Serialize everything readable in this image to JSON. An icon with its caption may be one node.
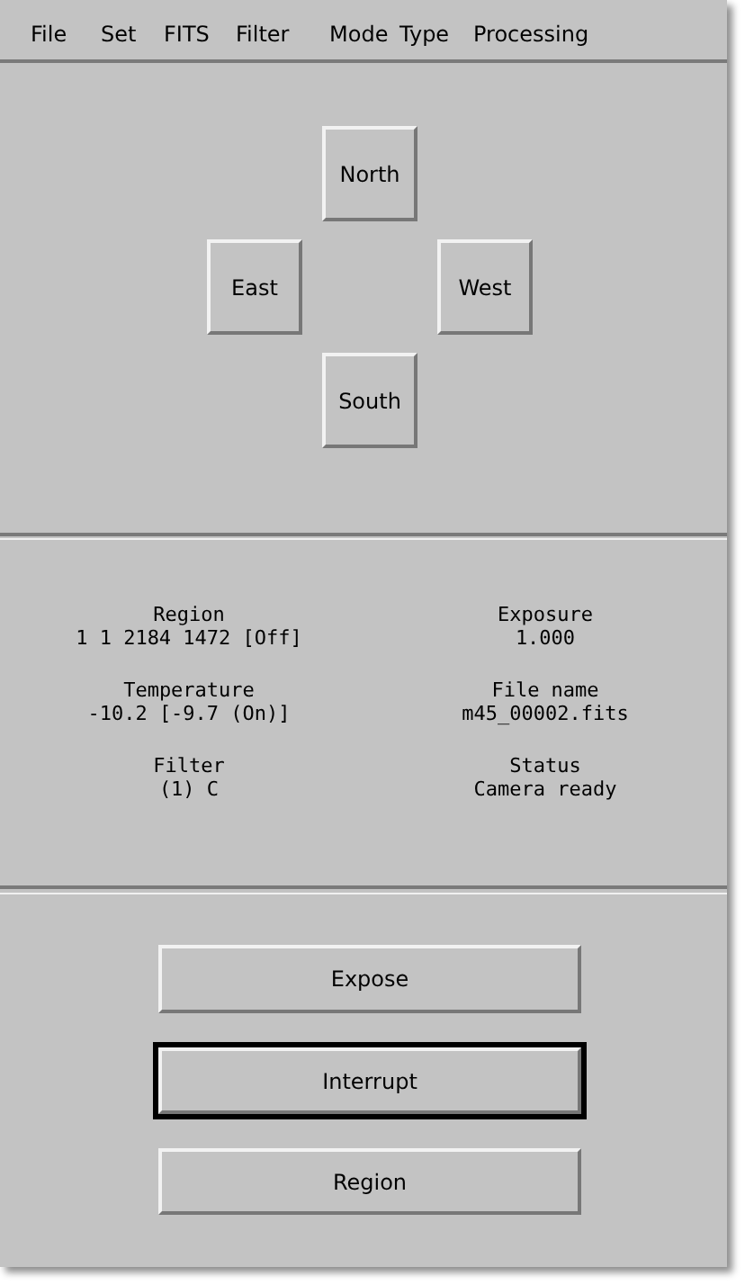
{
  "diagram": {
    "nodes": [
      {
        "text": [
          "North"
        ]
      },
      {
        "text": [
          "East"
        ]
      },
      {
        "text": [
          "West"
        ]
      },
      {
        "text": [
          "South"
        ]
      },
      {
        "text": [
          "Expose"
        ]
      },
      {
        "text": [
          "Interrupt"
        ]
      },
      {
        "text": [
          "Region"
        ]
      }
    ],
    "labels": [
      "File",
      "Set",
      "FITS",
      "Filter",
      "Mode",
      "Type",
      "Processing",
      "Region",
      "1 1 2184 1472 [Off]",
      "Exposure",
      "1.000",
      "Temperature",
      "-10.2 [-9.7 (On)]",
      "File name",
      "m45_00002.fits",
      "Filter",
      "(1) C",
      "Status",
      "Camera ready"
    ]
  }
}
